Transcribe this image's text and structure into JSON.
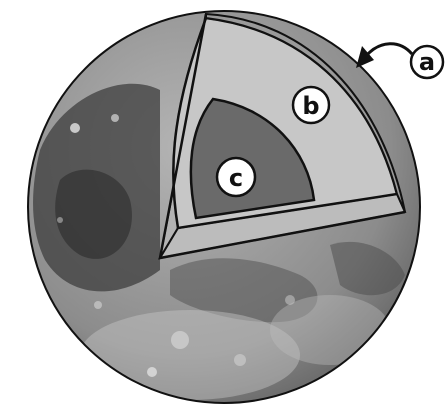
{
  "labels": {
    "a": "a",
    "b": "b",
    "c": "c"
  },
  "colors": {
    "background": "#ffffff",
    "moon_base": "#8e8e8e",
    "crust": "#9a9a9a",
    "mantle": "#c7c7c7",
    "core": "#6a6a6a",
    "outline": "#111111"
  }
}
